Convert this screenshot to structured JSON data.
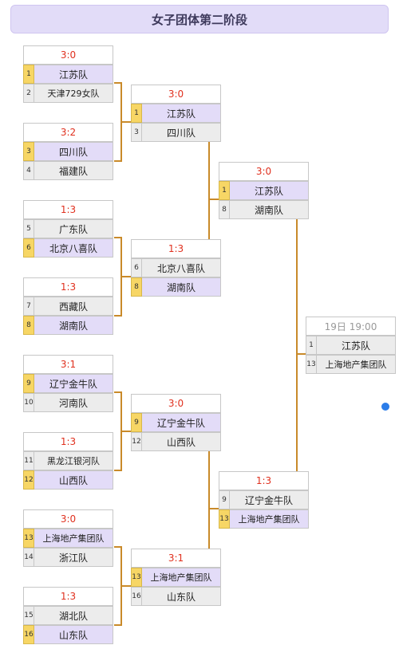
{
  "title": "女子团体第二阶段",
  "rounds": [
    [
      {
        "score": "3:0",
        "top": {
          "seed": "1",
          "name": "江苏队",
          "win": true
        },
        "bottom": {
          "seed": "2",
          "name": "天津729女队",
          "win": false
        }
      },
      {
        "score": "3:2",
        "top": {
          "seed": "3",
          "name": "四川队",
          "win": true
        },
        "bottom": {
          "seed": "4",
          "name": "福建队",
          "win": false
        }
      },
      {
        "score": "1:3",
        "top": {
          "seed": "5",
          "name": "广东队",
          "win": false
        },
        "bottom": {
          "seed": "6",
          "name": "北京八喜队",
          "win": true
        }
      },
      {
        "score": "1:3",
        "top": {
          "seed": "7",
          "name": "西藏队",
          "win": false
        },
        "bottom": {
          "seed": "8",
          "name": "湖南队",
          "win": true
        }
      },
      {
        "score": "3:1",
        "top": {
          "seed": "9",
          "name": "辽宁金牛队",
          "win": true
        },
        "bottom": {
          "seed": "10",
          "name": "河南队",
          "win": false
        }
      },
      {
        "score": "1:3",
        "top": {
          "seed": "11",
          "name": "黑龙江银河队",
          "win": false
        },
        "bottom": {
          "seed": "12",
          "name": "山西队",
          "win": true
        }
      },
      {
        "score": "3:0",
        "top": {
          "seed": "13",
          "name": "上海地产集团队",
          "win": true
        },
        "bottom": {
          "seed": "14",
          "name": "浙江队",
          "win": false
        }
      },
      {
        "score": "1:3",
        "top": {
          "seed": "15",
          "name": "湖北队",
          "win": false
        },
        "bottom": {
          "seed": "16",
          "name": "山东队",
          "win": true
        }
      }
    ],
    [
      {
        "score": "3:0",
        "top": {
          "seed": "1",
          "name": "江苏队",
          "win": true
        },
        "bottom": {
          "seed": "3",
          "name": "四川队",
          "win": false
        }
      },
      {
        "score": "1:3",
        "top": {
          "seed": "6",
          "name": "北京八喜队",
          "win": false
        },
        "bottom": {
          "seed": "8",
          "name": "湖南队",
          "win": true
        }
      },
      {
        "score": "3:0",
        "top": {
          "seed": "9",
          "name": "辽宁金牛队",
          "win": true
        },
        "bottom": {
          "seed": "12",
          "name": "山西队",
          "win": false
        }
      },
      {
        "score": "3:1",
        "top": {
          "seed": "13",
          "name": "上海地产集团队",
          "win": true
        },
        "bottom": {
          "seed": "16",
          "name": "山东队",
          "win": false
        }
      }
    ],
    [
      {
        "score": "3:0",
        "top": {
          "seed": "1",
          "name": "江苏队",
          "win": true
        },
        "bottom": {
          "seed": "8",
          "name": "湖南队",
          "win": false
        }
      },
      {
        "score": "1:3",
        "top": {
          "seed": "9",
          "name": "辽宁金牛队",
          "win": false
        },
        "bottom": {
          "seed": "13",
          "name": "上海地产集团队",
          "win": true
        }
      }
    ],
    [
      {
        "score": "19日 19:00",
        "is_time": true,
        "top": {
          "seed": "1",
          "name": "江苏队",
          "win": false
        },
        "bottom": {
          "seed": "13",
          "name": "上海地产集团队",
          "win": false
        }
      }
    ]
  ],
  "colors": {
    "line": "#c98a2a",
    "winner_bg": "#e3dcf8",
    "seed_highlight": "#f7d665",
    "score_text": "#e0301e"
  }
}
